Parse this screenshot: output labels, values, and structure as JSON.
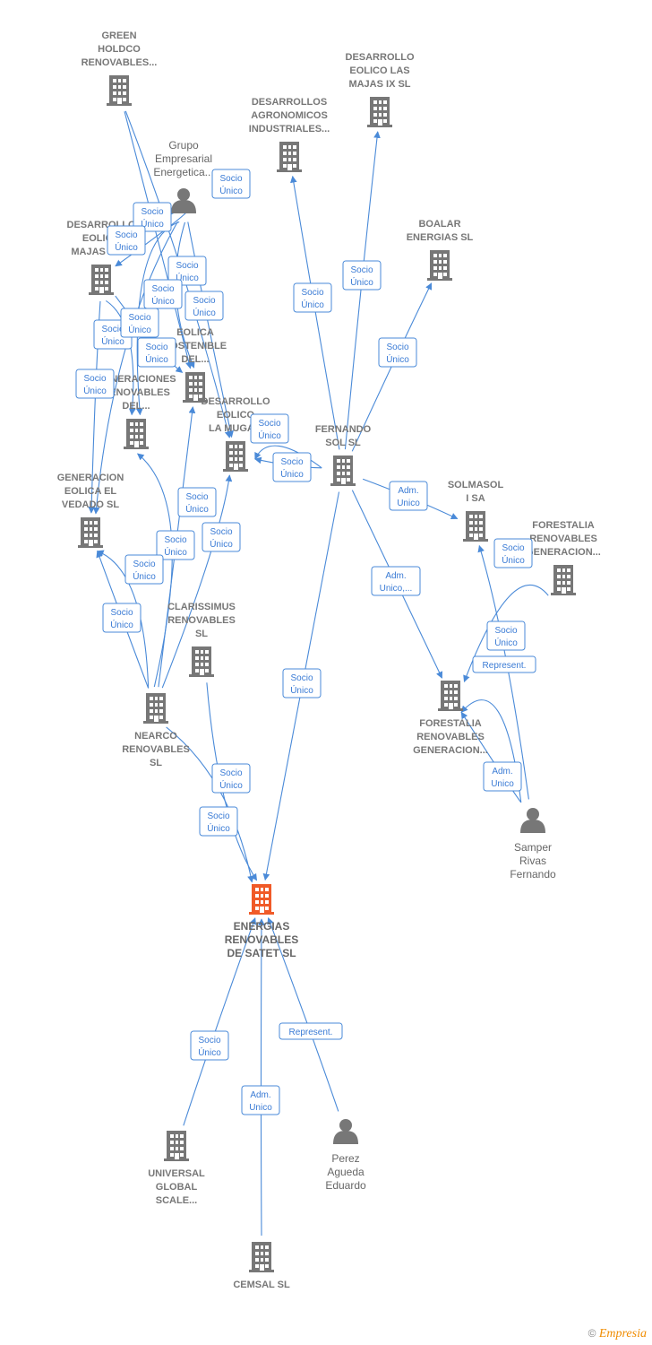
{
  "colors": {
    "edge": "#4a8ad8",
    "building": "#777777",
    "focus": "#f05a28",
    "label_box_border": "#4a8ad8"
  },
  "nodes": [
    {
      "id": "green",
      "type": "company",
      "lines": [
        "GREEN",
        "HOLDCO",
        "RENOVABLES..."
      ]
    },
    {
      "id": "grupo",
      "type": "person",
      "lines": [
        "Grupo",
        "Empresarial",
        "Energetica..."
      ]
    },
    {
      "id": "dea_xiii",
      "type": "company",
      "lines": [
        "DESARROLLO",
        "EOLICO",
        "MAJAS XIII..."
      ]
    },
    {
      "id": "eolica_sost",
      "type": "company",
      "lines": [
        "EOLICA",
        "SOSTENIBLE",
        "DEL..."
      ]
    },
    {
      "id": "generaciones",
      "type": "company",
      "lines": [
        "GENERACIONES",
        "RENOVABLES",
        "DEL..."
      ]
    },
    {
      "id": "dea_muga",
      "type": "company",
      "lines": [
        "DESARROLLO",
        "EOLICO",
        "LA MUGA..."
      ]
    },
    {
      "id": "vedado",
      "type": "company",
      "lines": [
        "GENERACION",
        "EOLICA EL",
        "VEDADO SL"
      ]
    },
    {
      "id": "dea_agro",
      "type": "company",
      "lines": [
        "DESARROLLOS",
        "AGRONOMICOS",
        "INDUSTRIALES..."
      ]
    },
    {
      "id": "dea_ix",
      "type": "company",
      "lines": [
        "DESARROLLO",
        "EOLICO LAS",
        "MAJAS IX  SL"
      ]
    },
    {
      "id": "boalar",
      "type": "company",
      "lines": [
        "BOALAR",
        "ENERGIAS  SL"
      ]
    },
    {
      "id": "fernando",
      "type": "company",
      "lines": [
        "FERNANDO",
        "SOL SL"
      ]
    },
    {
      "id": "solmasol",
      "type": "company",
      "lines": [
        "SOLMASOL",
        "I SA"
      ]
    },
    {
      "id": "forestalia1",
      "type": "company",
      "lines": [
        "FORESTALIA",
        "RENOVABLES",
        "GENERACION..."
      ]
    },
    {
      "id": "forestalia2",
      "type": "company",
      "lines": [
        "FORESTALIA",
        "RENOVABLES",
        "GENERACION..."
      ]
    },
    {
      "id": "clarissimus",
      "type": "company",
      "lines": [
        "CLARISSIMUS",
        "RENOVABLES",
        "SL"
      ]
    },
    {
      "id": "nearco",
      "type": "company",
      "lines": [
        "NEARCO",
        "RENOVABLES",
        "SL"
      ]
    },
    {
      "id": "samper",
      "type": "person",
      "lines": [
        "Samper",
        "Rivas",
        "Fernando"
      ]
    },
    {
      "id": "energias",
      "type": "focus",
      "lines": [
        "ENERGIAS",
        "RENOVABLES",
        "DE SATET  SL"
      ]
    },
    {
      "id": "universal",
      "type": "company",
      "lines": [
        "UNIVERSAL",
        "GLOBAL",
        "SCALE..."
      ]
    },
    {
      "id": "perez",
      "type": "person",
      "lines": [
        "Perez",
        "Agueda",
        "Eduardo"
      ]
    },
    {
      "id": "cemsal",
      "type": "company",
      "lines": [
        "CEMSAL SL"
      ]
    }
  ],
  "edges": [
    {
      "from": "green",
      "to": "eolica_sost",
      "label": [
        "Socio",
        "Único"
      ]
    },
    {
      "from": "green",
      "to": "dea_muga",
      "label": [
        "Socio",
        "Único"
      ]
    },
    {
      "from": "grupo",
      "to": "dea_xiii",
      "label": [
        "Socio",
        "Único"
      ]
    },
    {
      "from": "grupo",
      "to": "eolica_sost",
      "label": [
        "Socio",
        "Único"
      ]
    },
    {
      "from": "grupo",
      "to": "generaciones",
      "label": [
        "Socio",
        "Único"
      ]
    },
    {
      "from": "grupo",
      "to": "vedado",
      "label": [
        "Socio",
        "Único"
      ]
    },
    {
      "from": "grupo",
      "to": "dea_muga",
      "label": [
        "Socio",
        "Único"
      ]
    },
    {
      "from": "dea_xiii",
      "to": "generaciones",
      "label": [
        "Socio",
        "Único"
      ]
    },
    {
      "from": "dea_xiii",
      "to": "vedado",
      "label": [
        "Socio",
        "Único"
      ]
    },
    {
      "from": "dea_xiii",
      "to": "eolica_sost",
      "label": [
        "Socio",
        "Único"
      ]
    },
    {
      "from": "fernando",
      "to": "dea_agro",
      "label": [
        "Socio",
        "Único"
      ]
    },
    {
      "from": "fernando",
      "to": "dea_ix",
      "label": [
        "Socio",
        "Único"
      ]
    },
    {
      "from": "fernando",
      "to": "boalar",
      "label": [
        "Socio",
        "Único"
      ]
    },
    {
      "from": "fernando",
      "to": "dea_muga",
      "label": [
        "Socio",
        "Único"
      ]
    },
    {
      "from": "fernando",
      "to": "dea_muga",
      "label": [
        "Socio",
        "Único"
      ]
    },
    {
      "from": "fernando",
      "to": "solmasol",
      "label": [
        "Adm.",
        "Unico"
      ]
    },
    {
      "from": "fernando",
      "to": "forestalia2",
      "label": [
        "Adm.",
        "Unico,..."
      ]
    },
    {
      "from": "fernando",
      "to": "energias",
      "label": [
        "Socio",
        "Único"
      ]
    },
    {
      "from": "forestalia1",
      "to": "forestalia2",
      "label": [
        "Socio",
        "Único"
      ]
    },
    {
      "from": "samper",
      "to": "solmasol",
      "label": [
        "Socio",
        "Único"
      ]
    },
    {
      "from": "samper",
      "to": "forestalia2",
      "label": [
        "Represent."
      ]
    },
    {
      "from": "samper",
      "to": "forestalia2",
      "label": [
        "Adm.",
        "Unico"
      ]
    },
    {
      "from": "nearco",
      "to": "generaciones",
      "label": [
        "Socio",
        "Único"
      ]
    },
    {
      "from": "nearco",
      "to": "eolica_sost",
      "label": [
        "Socio",
        "Único"
      ]
    },
    {
      "from": "nearco",
      "to": "dea_muga",
      "label": [
        "Socio",
        "Único"
      ]
    },
    {
      "from": "nearco",
      "to": "vedado",
      "label": [
        "Socio",
        "Único"
      ]
    },
    {
      "from": "nearco",
      "to": "vedado",
      "label": [
        "Socio",
        "Único"
      ]
    },
    {
      "from": "nearco",
      "to": "energias",
      "label": [
        "Socio",
        "Único"
      ]
    },
    {
      "from": "clarissimus",
      "to": "energias",
      "label": [
        "Socio",
        "Único"
      ]
    },
    {
      "from": "universal",
      "to": "energias",
      "label": [
        "Socio",
        "Único"
      ]
    },
    {
      "from": "cemsal",
      "to": "energias",
      "label": [
        "Adm.",
        "Unico"
      ]
    },
    {
      "from": "perez",
      "to": "energias",
      "label": [
        "Represent."
      ]
    }
  ],
  "footer": {
    "copyright": "©",
    "brand": "Empresia"
  }
}
